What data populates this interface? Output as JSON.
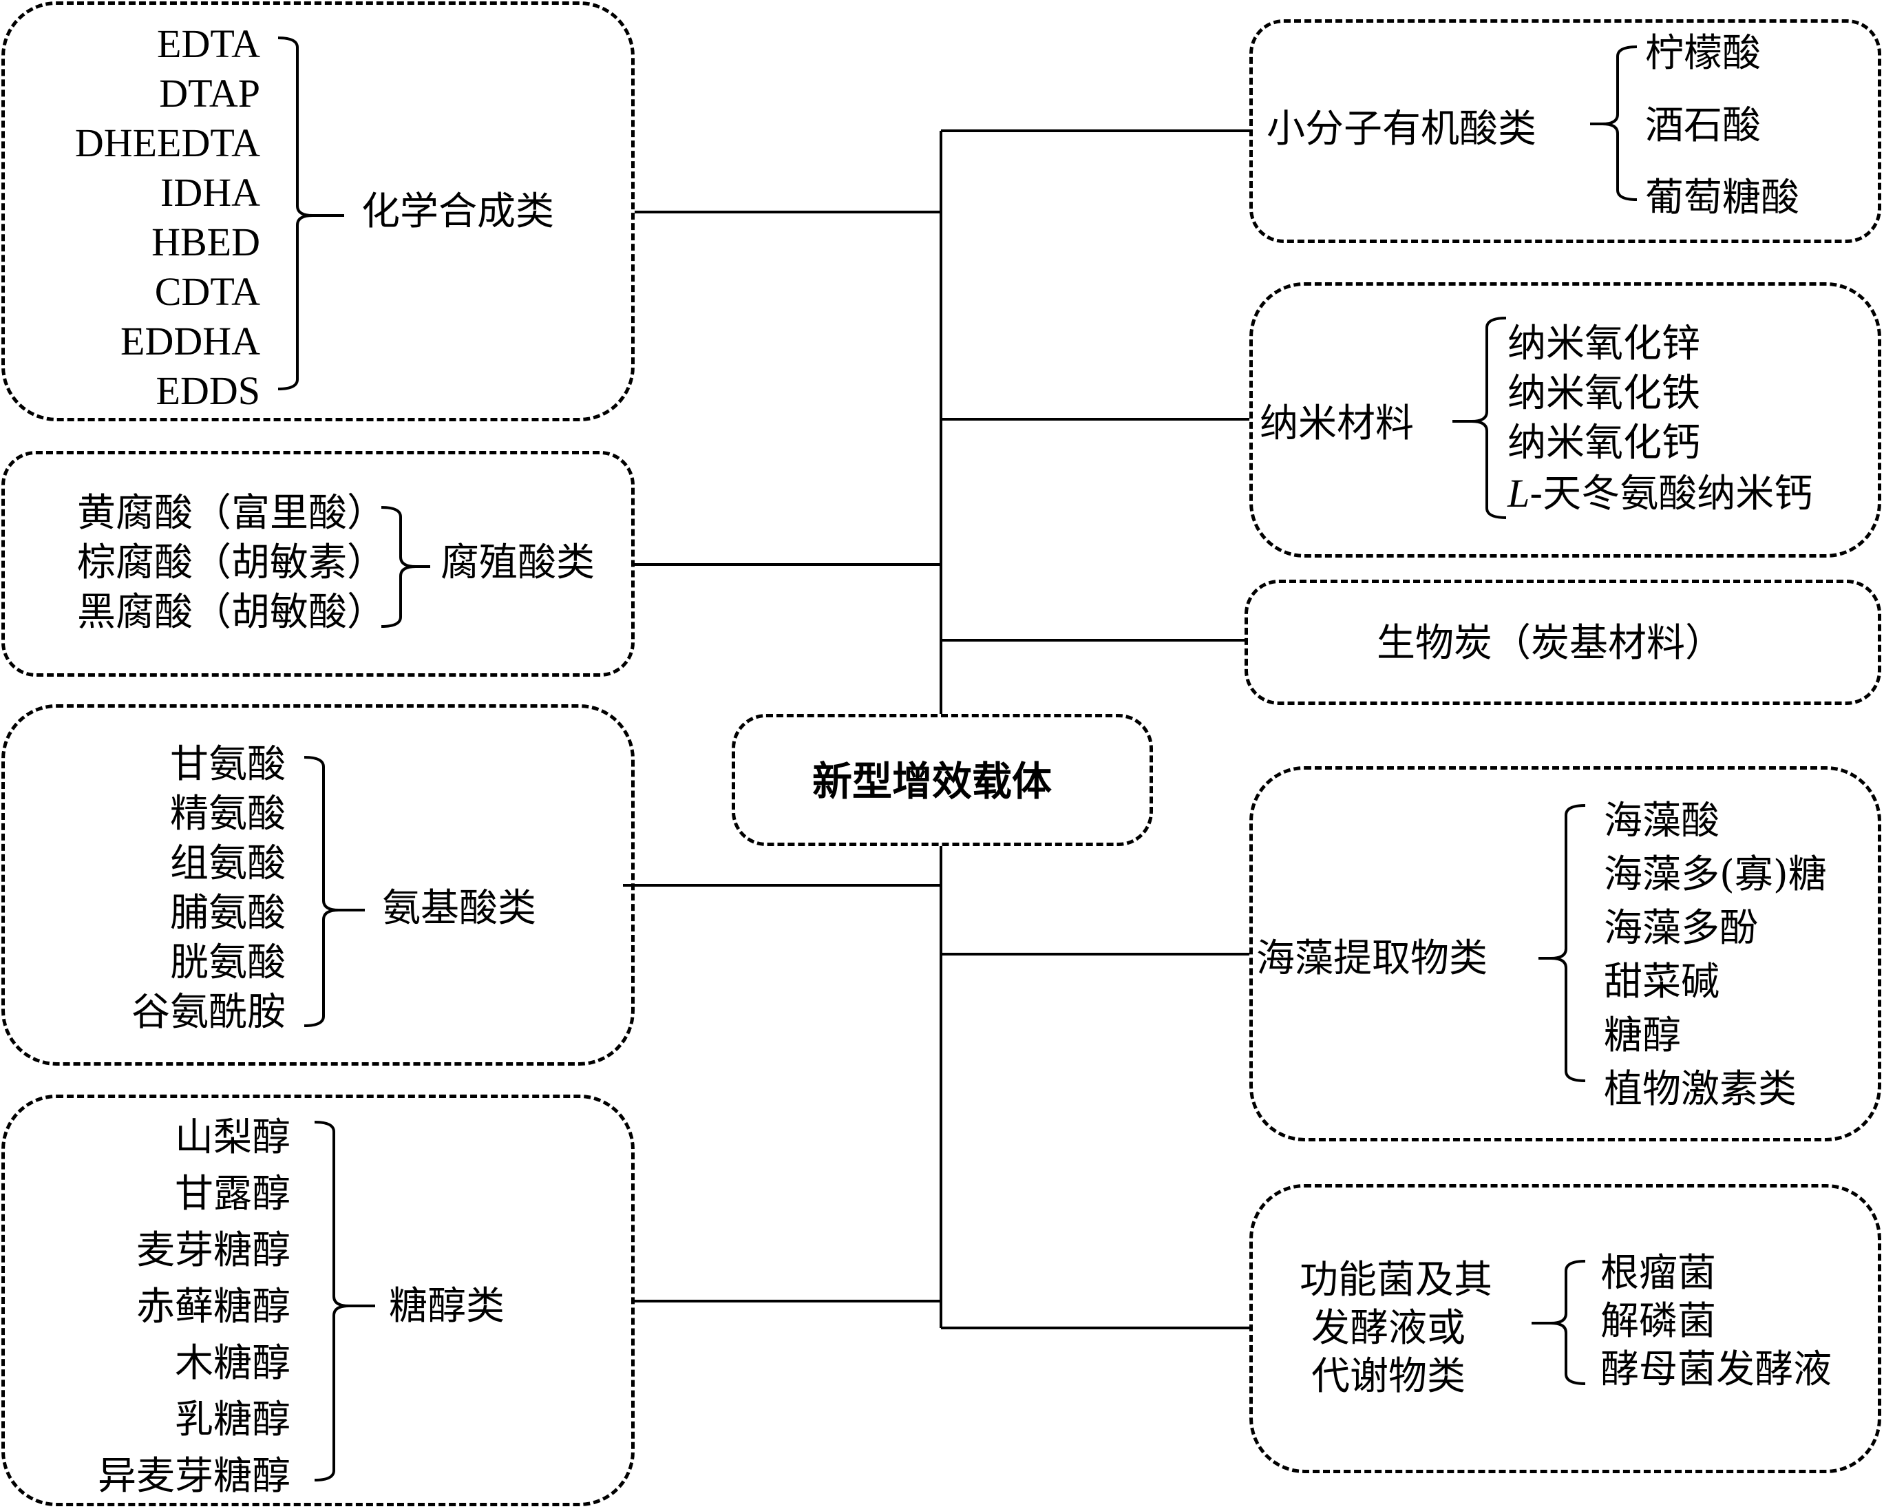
{
  "diagram": {
    "center": {
      "label": "新型增效载体"
    },
    "left_groups": [
      {
        "id": "chemical",
        "category": "化学合成类",
        "items": [
          "EDTA",
          "DTAP",
          "DHEEDTA",
          "IDHA",
          "HBED",
          "CDTA",
          "EDDHA",
          "EDDS"
        ]
      },
      {
        "id": "humic",
        "category": "腐殖酸类",
        "items": [
          "黄腐酸（富里酸）",
          "棕腐酸（胡敏素）",
          "黑腐酸（胡敏酸）"
        ]
      },
      {
        "id": "amino",
        "category": "氨基酸类",
        "items": [
          "甘氨酸",
          "精氨酸",
          "组氨酸",
          "脯氨酸",
          "胱氨酸",
          "谷氨酰胺"
        ]
      },
      {
        "id": "sugar-alcohol",
        "category": "糖醇类",
        "items": [
          "山梨醇",
          "甘露醇",
          "麦芽糖醇",
          "赤藓糖醇",
          "木糖醇",
          "乳糖醇",
          "异麦芽糖醇"
        ]
      }
    ],
    "right_groups": [
      {
        "id": "organic-acid",
        "category": "小分子有机酸类",
        "items": [
          "柠檬酸",
          "酒石酸",
          "葡萄糖酸"
        ]
      },
      {
        "id": "nano",
        "category": "纳米材料",
        "items": [
          "纳米氧化锌",
          "纳米氧化铁",
          "纳米氧化钙"
        ],
        "special_item": {
          "prefix": "L",
          "rest": "-天冬氨酸纳米钙"
        }
      },
      {
        "id": "biochar",
        "category": "生物炭（炭基材料）",
        "items": []
      },
      {
        "id": "seaweed",
        "category": "海藻提取物类",
        "items": [
          "海藻酸",
          "海藻多(寡)糖",
          "海藻多酚",
          "甜菜碱",
          "糖醇",
          "植物激素类"
        ]
      },
      {
        "id": "microbe",
        "category_lines": [
          "功能菌及其",
          "发酵液或",
          "代谢物类"
        ],
        "items": [
          "根瘤菌",
          "解磷菌",
          "酵母菌发酵液"
        ]
      }
    ]
  }
}
